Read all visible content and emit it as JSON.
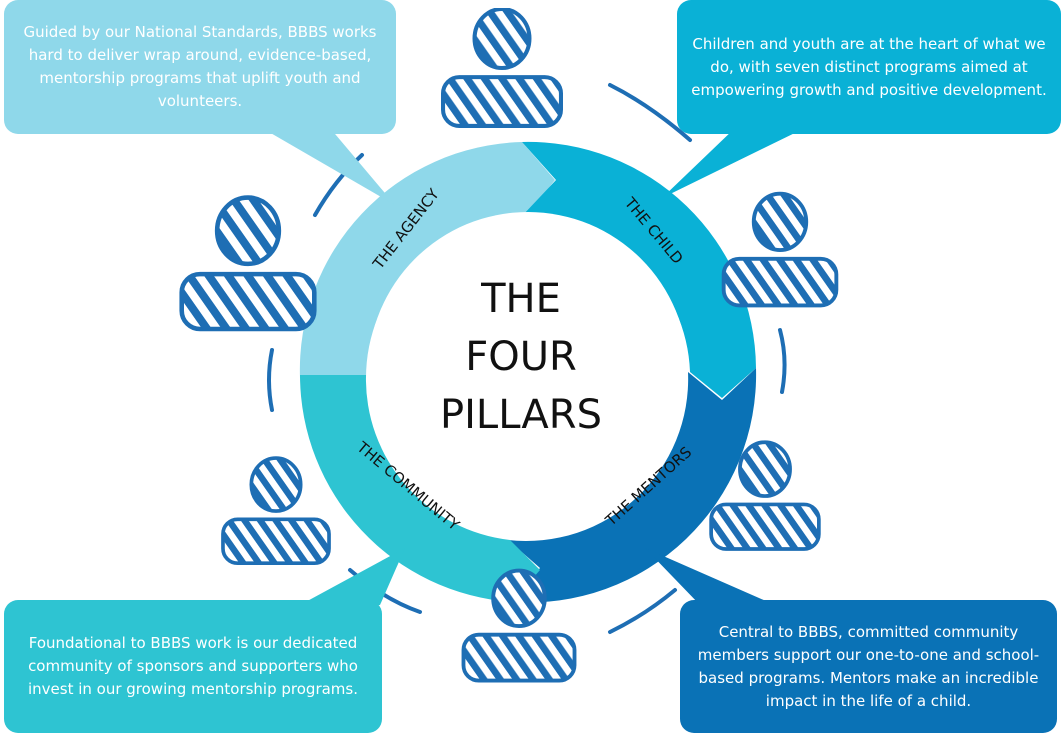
{
  "center": {
    "line1": "THE",
    "line2": "FOUR",
    "line3": "PILLARS"
  },
  "pillars": {
    "agency": {
      "label": "THE AGENCY",
      "text": "Guided by our National Standards, BBBS works hard to deliver wrap around, evidence-based, mentorship programs that uplift  youth and volunteers.",
      "color": "#8fd8ea"
    },
    "child": {
      "label": "THE CHILD",
      "text": "Children and youth are at the heart of what we do, with seven distinct programs aimed at empowering growth and positive development.",
      "color": "#0ab1d6"
    },
    "community": {
      "label": "THE COMMUNITY",
      "text": "Foundational to BBBS work is our dedicated community of sponsors and supporters who invest in our growing mentorship programs.",
      "color": "#2ec4d2"
    },
    "mentors": {
      "label": "THE MENTORS",
      "text": "Central to BBBS, committed community members support our one-to-one and school-based programs. Mentors make an incredible impact in the life of a child.",
      "color": "#0a72b6"
    }
  },
  "figure_color": "#1e6eb4",
  "icons": [
    "person-icon",
    "person-icon",
    "person-icon",
    "person-icon",
    "person-icon",
    "person-icon"
  ]
}
